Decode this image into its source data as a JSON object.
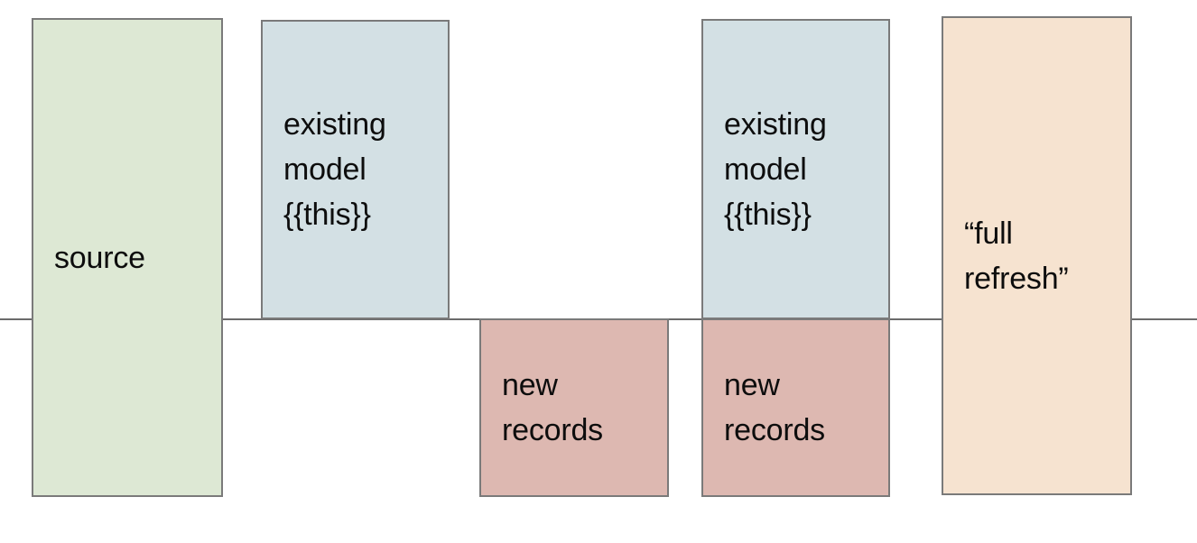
{
  "diagram": {
    "title": "incremental model full refresh diagram",
    "background_color": "#ffffff",
    "baseline": {
      "name": "horizontal-divider-line",
      "color": "#6b6b6b"
    },
    "palette": {
      "green": "#dde8d4",
      "blue": "#d3e0e4",
      "pink": "#ddb8b1",
      "orange": "#f6e3d0",
      "border": "#7a7a7a",
      "text": "#0d0d0d"
    },
    "boxes": [
      {
        "id": "source",
        "label": "source",
        "fill": "#dde8d4",
        "spans_divider": true
      },
      {
        "id": "existing-model-1",
        "label": "existing\nmodel\n{{this}}",
        "fill": "#d3e0e4",
        "spans_divider": false
      },
      {
        "id": "new-records-1",
        "label": "new\nrecords",
        "fill": "#ddb8b1",
        "spans_divider": false
      },
      {
        "id": "existing-model-2",
        "label": "existing\nmodel\n{{this}}",
        "fill": "#d3e0e4",
        "spans_divider": false
      },
      {
        "id": "new-records-2",
        "label": "new\nrecords",
        "fill": "#ddb8b1",
        "spans_divider": false
      },
      {
        "id": "full-refresh",
        "label": "“full\nrefresh”",
        "fill": "#f6e3d0",
        "spans_divider": true
      }
    ]
  }
}
